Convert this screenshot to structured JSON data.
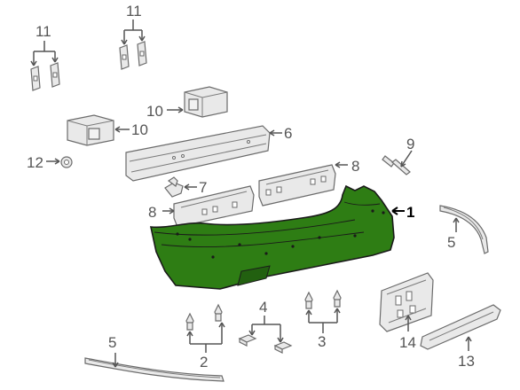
{
  "diagram": {
    "callouts": {
      "c1": "1",
      "c2": "2",
      "c3": "3",
      "c4": "4",
      "c5_right": "5",
      "c5_left": "5",
      "c6": "6",
      "c7": "7",
      "c8_right": "8",
      "c8_left": "8",
      "c9": "9",
      "c10_upper": "10",
      "c10_lower": "10",
      "c11_left": "11",
      "c11_top": "11",
      "c12": "12",
      "c13": "13",
      "c14": "14"
    },
    "colors": {
      "bumper_cover": "#2e7d14",
      "bumper_outline": "#1a1a1a",
      "part_fill": "#e9e9e9",
      "line": "#555555"
    }
  }
}
